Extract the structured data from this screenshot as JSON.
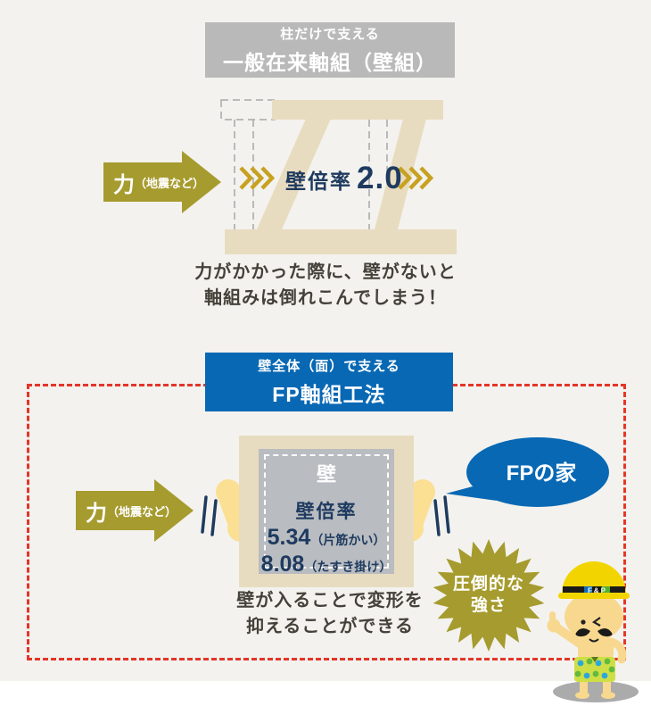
{
  "top": {
    "header_line1": "柱だけで支える",
    "header_line2": "一般在来軸組（壁組）",
    "arrow_main": "力",
    "arrow_sub": "（地震など）",
    "wall_ratio_label": "壁倍率",
    "wall_ratio_value": "2.0",
    "caption_line1": "力がかかった際に、壁がないと",
    "caption_line2": "軸組みは倒れこんでしまう！"
  },
  "bottom": {
    "header_line1": "壁全体（面）で支える",
    "header_line2": "FP軸組工法",
    "arrow_main": "力",
    "arrow_sub": "（地震など）",
    "wall_label": "壁",
    "wall_ratio_label": "壁倍率",
    "ratio1_value": "5.34",
    "ratio1_note": "（片筋かい）",
    "ratio2_value": "8.08",
    "ratio2_note": "（たすき掛け）",
    "bubble_label": "FPの家",
    "starburst_line1": "圧倒的な",
    "starburst_line2": "強さ",
    "caption_line1": "壁が入ることで変形を",
    "caption_line2": "抑えることができる",
    "mascot_hat_letters": "F&P"
  },
  "colors": {
    "background": "#f3f2ee",
    "header_gray": "#b9b9b9",
    "accent_blue": "#0868b4",
    "arrow_olive": "#a69b2e",
    "chevron_gold": "#c7a120",
    "navy_text": "#1e3a5f",
    "frame_beige": "#e8dcc0",
    "wall_gray": "#b9bcc0",
    "alert_red": "#e53528",
    "dark_text": "#45413a"
  }
}
